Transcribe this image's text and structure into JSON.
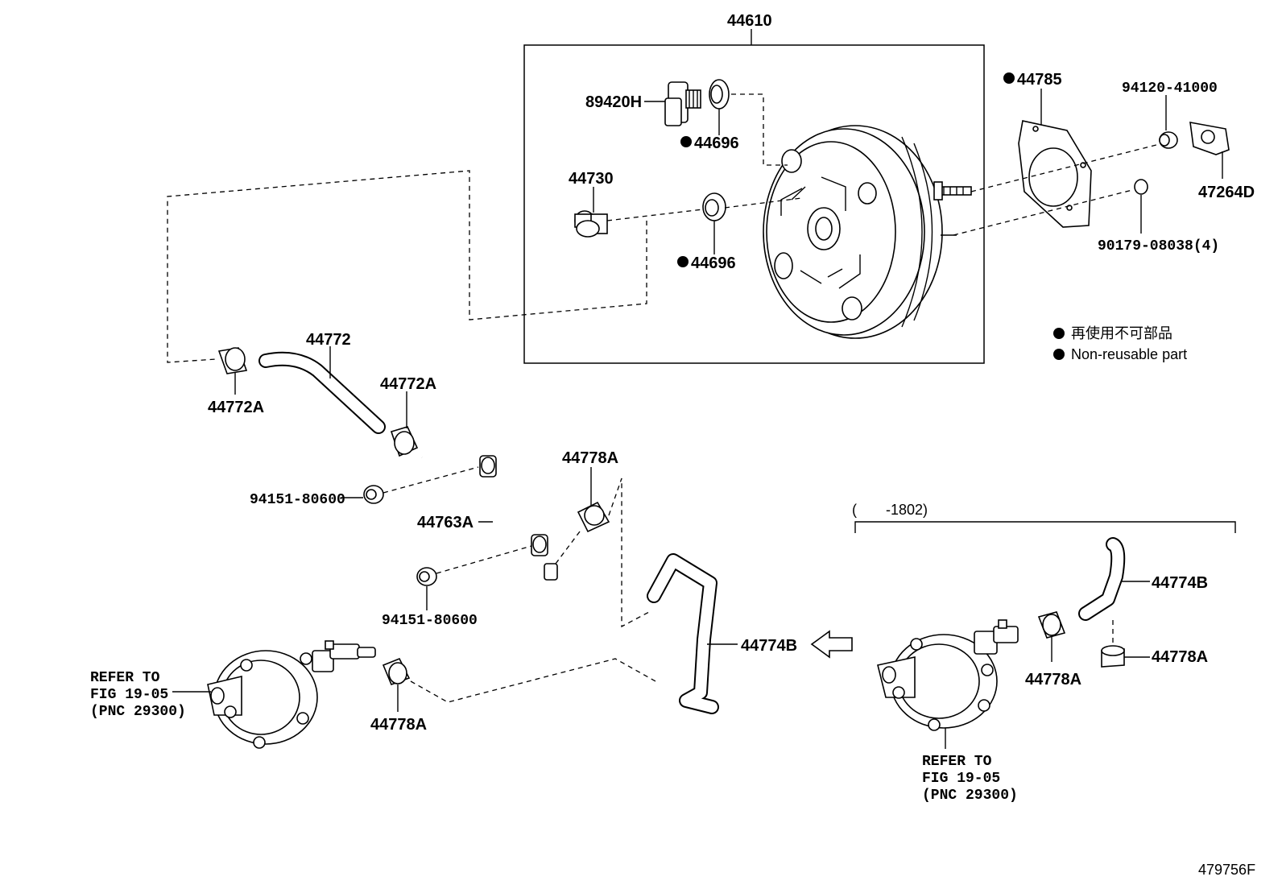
{
  "labels": {
    "booster": "44610",
    "switch": "89420H",
    "grommet_top": "44696",
    "grommet_bottom": "44696",
    "check_valve": "44730",
    "gasket": "44785",
    "nut_top": "94120-41000",
    "bracket": "47264D",
    "nut_bottom": "90179-08038(4)",
    "hose_upper": "44772",
    "clip_left": "44772A",
    "clip_mid": "44772A",
    "nut_a": "94151-80600",
    "pipe": "44763A",
    "nut_b": "94151-80600",
    "clip_pipe": "44778A",
    "hose_lower": "44774B",
    "clip_pump": "44778A",
    "hose_right": "44774B",
    "clip_right_a": "44778A",
    "clip_right_b": "44778A",
    "range": "(　　-1802)",
    "figure_id": "479756F"
  },
  "refer_left": [
    "REFER TO",
    "FIG 19-05",
    "(PNC 29300)"
  ],
  "refer_right": [
    "REFER TO",
    "FIG 19-05",
    "(PNC 29300)"
  ],
  "legend": {
    "line1": "再使用不可部品",
    "line2": "Non-reusable part"
  }
}
